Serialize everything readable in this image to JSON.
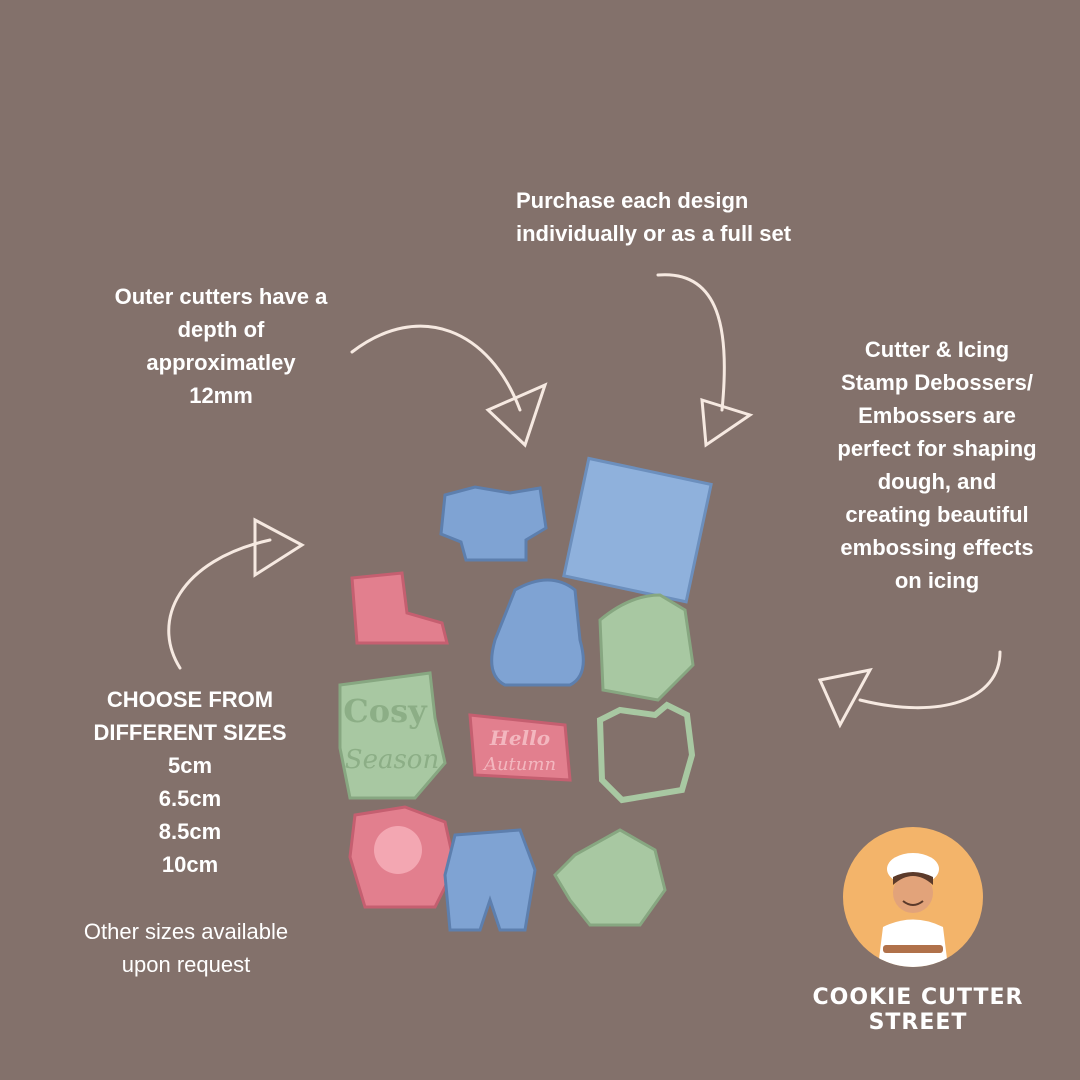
{
  "captions": {
    "purchase": [
      "Purchase each design",
      "individually or as a full set"
    ],
    "outer_cutters": [
      "Outer cutters have a",
      "depth of",
      "approximatley",
      "12mm"
    ],
    "cutter_info": [
      "Cutter & Icing",
      "Stamp Debossers/",
      "Embossers are",
      "perfect for shaping",
      "dough, and",
      "creating beautiful",
      "embossing effects",
      "on icing"
    ],
    "sizes": [
      "CHOOSE FROM",
      "DIFFERENT SIZES",
      "5cm",
      "6.5cm",
      "8.5cm",
      "10cm"
    ],
    "other_sizes": [
      "Other sizes available",
      "upon request"
    ]
  },
  "brand": {
    "name": "COOKIE CUTTER STREET"
  },
  "product_text": {
    "cosy": "Cosy",
    "season": "Season",
    "hello": "Hello",
    "autumn": "Autumn"
  },
  "colors": {
    "background": "#83716b",
    "blue": "#7fa3d3",
    "pink": "#e27f8e",
    "green": "#a8c8a2",
    "arrow": "#f6e9e1"
  }
}
